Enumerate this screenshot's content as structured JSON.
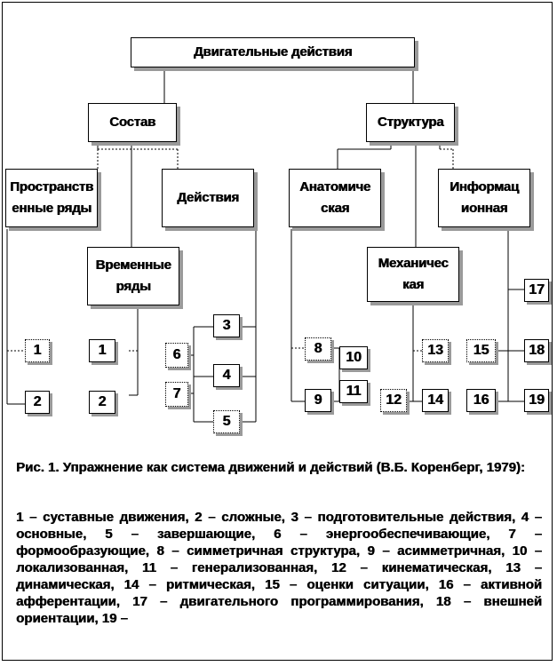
{
  "diagram": {
    "root": "Двигательные действия",
    "composition": "Состав",
    "structure": "Структура",
    "spatial_series": "Пространств енные ряды",
    "actions": "Действия",
    "anatomical": "Анатомиче ская",
    "informational": "Информац ионная",
    "temporal_series": "Временные ряды",
    "mechanical": "Механичес кая"
  },
  "numbers": {
    "s1": "1",
    "s2": "2",
    "t1": "1",
    "t2": "2",
    "n3": "3",
    "n4": "4",
    "n5": "5",
    "n6": "6",
    "n7": "7",
    "n8": "8",
    "n9": "9",
    "n10": "10",
    "n11": "11",
    "n12": "12",
    "n13": "13",
    "n14": "14",
    "n15": "15",
    "n16": "16",
    "n17": "17",
    "n18": "18",
    "n19": "19"
  },
  "caption": "Рис. 1. Упражнение как система движений и действий (В.Б. Коренберг, 1979):",
  "legend": "1 – суставные движения, 2 – сложные, 3 – подготовительные действия, 4 – основные, 5 – завершающие, 6 – энергообеспечивающие, 7 – формообразующие, 8 – симметричная структура, 9 – асимметричная, 10 – локализованная, 11 – генерализованная, 12 – кинематическая, 13 – динамическая, 14 – ритмическая, 15 – оценки ситуации, 16 – активной афферентации, 17 – двигательного программирования, 18 – внешней ориентации, 19 –"
}
